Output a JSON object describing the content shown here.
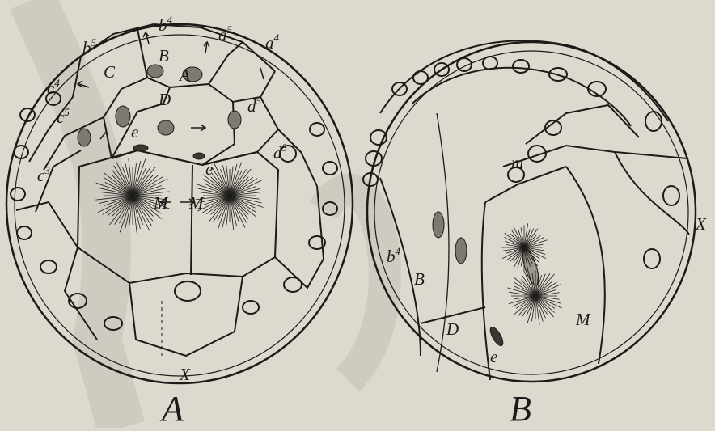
{
  "background": "#ddd9cf",
  "ink": "#1c1b19",
  "figure_A": {
    "caption": "A",
    "axis_label": "X",
    "cells": [
      {
        "base": "a",
        "sup": "5"
      },
      {
        "base": "a",
        "sup": "4"
      },
      {
        "base": "b",
        "sup": "4"
      },
      {
        "base": "b",
        "sup": "5"
      },
      {
        "base": "c",
        "sup": "4"
      },
      {
        "base": "c",
        "sup": "5"
      },
      {
        "base": "c",
        "sup": "3"
      },
      {
        "base": "d",
        "sup": "5"
      },
      {
        "base": "d",
        "sup": "3"
      }
    ],
    "capitals": [
      "A",
      "B",
      "C",
      "D",
      "M",
      "M"
    ],
    "small": [
      "e",
      "e"
    ]
  },
  "figure_B": {
    "caption": "B",
    "axis_label": "X",
    "labels": {
      "b4_base": "b",
      "b4_sup": "4",
      "B": "B",
      "D": "D",
      "M": "M",
      "m": "m",
      "e": "e"
    }
  }
}
